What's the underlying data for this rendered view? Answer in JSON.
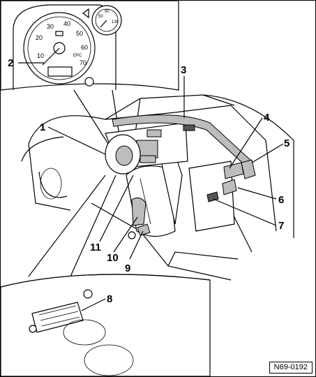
{
  "figure": {
    "reference_code": "N69-0192",
    "callouts": [
      "1",
      "2",
      "3",
      "4",
      "5",
      "6",
      "7",
      "8",
      "9",
      "10",
      "11"
    ]
  },
  "speedometer": {
    "ticks": [
      "10",
      "20",
      "30",
      "40",
      "50",
      "60",
      "70"
    ],
    "brand_mark": "EPC"
  },
  "aux_gauge": {
    "ticks": [
      "50",
      "90",
      "130"
    ]
  }
}
